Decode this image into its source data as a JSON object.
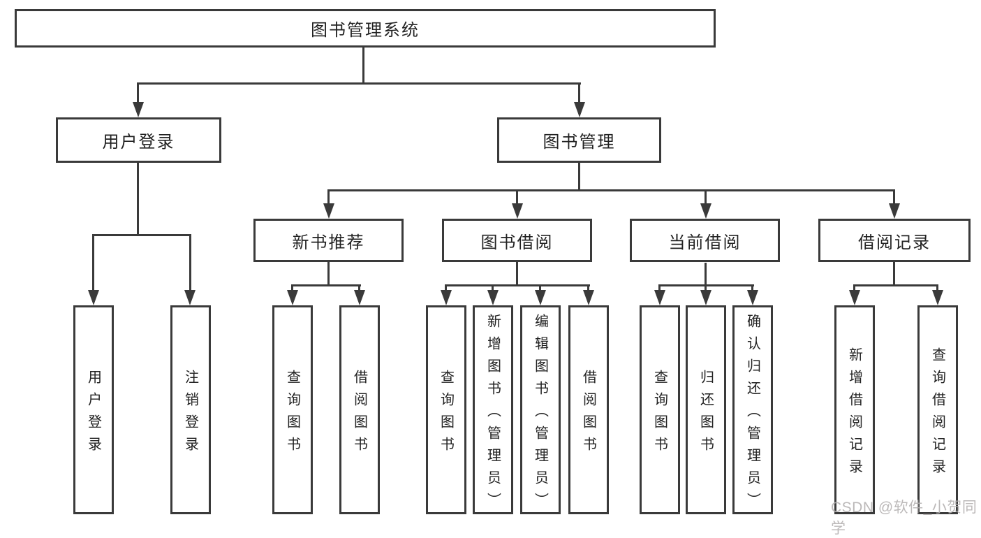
{
  "diagram": {
    "root": "图书管理系统",
    "level2": {
      "user_login": "用户登录",
      "book_management": "图书管理"
    },
    "level3": {
      "new_book_recommend": "新书推荐",
      "book_borrowing": "图书借阅",
      "current_borrowing": "当前借阅",
      "borrowing_records": "借阅记录"
    },
    "leaves": {
      "user_login": "用户登录",
      "logout": "注销登录",
      "nb_query_books": "查询图书",
      "nb_borrow_books": "借阅图书",
      "bb_query_books": "查询图书",
      "bb_add_books_admin": "新增图书（管理员）",
      "bb_edit_books_admin": "编辑图书（管理员）",
      "bb_borrow_books": "借阅图书",
      "cb_query_books": "查询图书",
      "cb_return_books": "归还图书",
      "cb_confirm_return_admin": "确认归还（管理员）",
      "br_add_record": "新增借阅记录",
      "br_query_record": "查询借阅记录"
    }
  },
  "watermark": "CSDN @软件_小贺同学",
  "colors": {
    "line": "#3a3a3a",
    "text": "#222222",
    "watermark": "#b5b2b2",
    "background": "#ffffff"
  }
}
